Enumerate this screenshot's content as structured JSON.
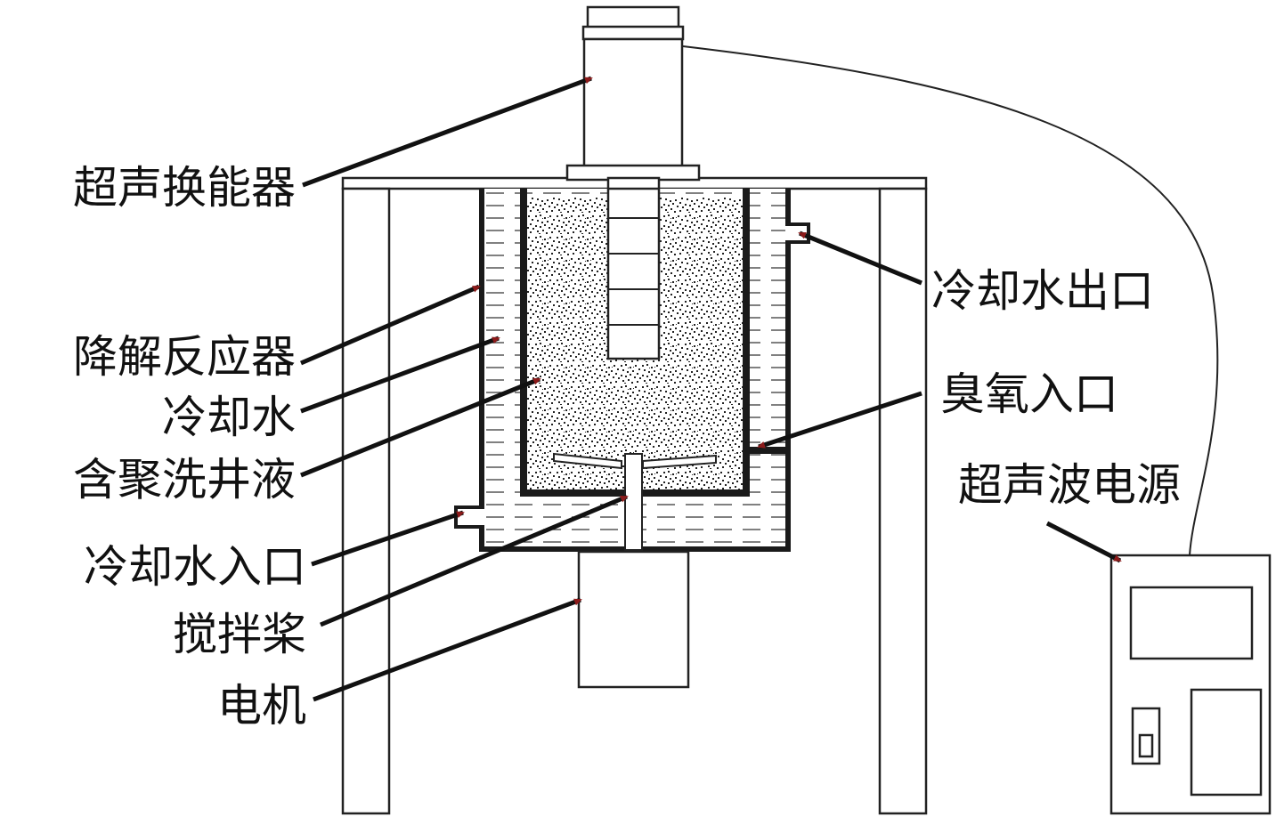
{
  "labels": {
    "ultrasonic_transducer": "超声换能器",
    "degradation_reactor": "降解反应器",
    "cooling_water": "冷却水",
    "polymer_wastewater": "含聚洗井液",
    "cooling_water_inlet": "冷却水入口",
    "stirring_paddle": "搅拌桨",
    "motor": "电机",
    "cooling_water_outlet": "冷却水出口",
    "ozone_inlet": "臭氧入口",
    "ultrasonic_power_supply": "超声波电源"
  },
  "colors": {
    "line": "#222222",
    "arrow_head": "#8b1a1a"
  }
}
